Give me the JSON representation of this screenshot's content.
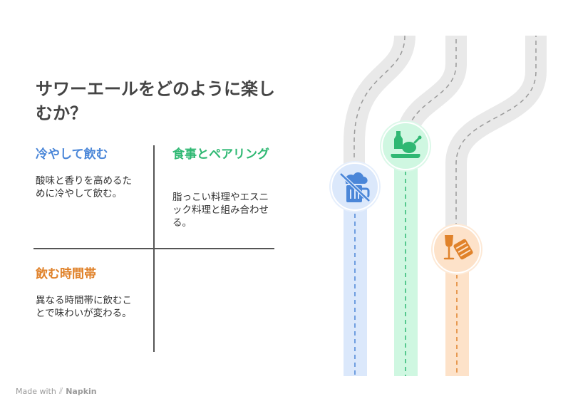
{
  "title": "サワーエールをどのように楽しむか？",
  "sections": [
    {
      "title": "冷やして飲む",
      "description": "酸味と香りを高めるために冷やして飲む。",
      "color": "#4a86d8",
      "icon": "no-beer-mug-icon"
    },
    {
      "title": "食事とペアリング",
      "description": "脂っこい料理やエスニック料理と組み合わせる。",
      "color": "#2fb873",
      "icon": "food-bottle-icon"
    },
    {
      "title": "飲む時間帯",
      "description": "異なる時間帯に飲むことで味わいが変わる。",
      "color": "#e0822a",
      "icon": "wine-glass-icon"
    }
  ],
  "lane_colors": {
    "blue_fill": "#dbe8fb",
    "blue_ring": "#e6effc",
    "green_fill": "#cff7e1",
    "green_ring": "#dcf8e9",
    "orange_fill": "#fde2c9",
    "orange_ring": "#fde9d6",
    "road": "#e9e9e9"
  },
  "footer": {
    "made_with": "Made with",
    "brand": "Napkin"
  }
}
